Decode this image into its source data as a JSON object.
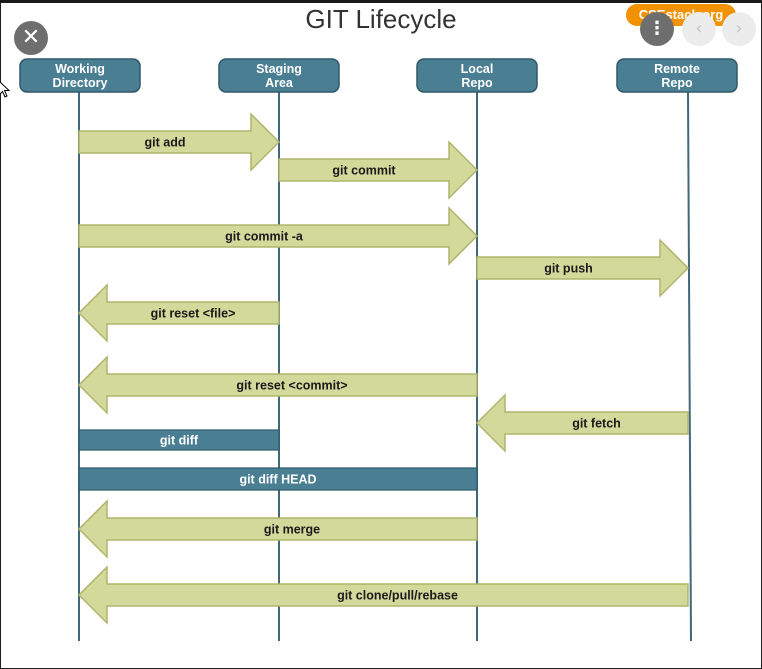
{
  "title": "GIT Lifecycle",
  "brand": "CSEstack.org",
  "controls": {
    "close_glyph": "✕",
    "more_glyph": "⋮",
    "prev_glyph": "‹",
    "next_glyph": "›"
  },
  "lanes": [
    {
      "line1": "Working",
      "line2": "Directory"
    },
    {
      "line1": "Staging",
      "line2": "Area"
    },
    {
      "line1": "Local",
      "line2": "Repo"
    },
    {
      "line1": "Remote",
      "line2": "Repo"
    }
  ],
  "operations": [
    {
      "label": "git add",
      "from": 0,
      "to": 1,
      "kind": "arrow"
    },
    {
      "label": "git commit",
      "from": 1,
      "to": 2,
      "kind": "arrow"
    },
    {
      "label": "git commit -a",
      "from": 0,
      "to": 2,
      "kind": "arrow"
    },
    {
      "label": "git push",
      "from": 2,
      "to": 3,
      "kind": "arrow"
    },
    {
      "label": "git reset <file>",
      "from": 1,
      "to": 0,
      "kind": "arrow"
    },
    {
      "label": "git reset <commit>",
      "from": 2,
      "to": 0,
      "kind": "arrow"
    },
    {
      "label": "git fetch",
      "from": 3,
      "to": 2,
      "kind": "arrow"
    },
    {
      "label": "git diff",
      "from": 0,
      "to": 1,
      "kind": "bar"
    },
    {
      "label": "git diff HEAD",
      "from": 0,
      "to": 2,
      "kind": "bar"
    },
    {
      "label": "git merge",
      "from": 2,
      "to": 0,
      "kind": "arrow"
    },
    {
      "label": "git clone/pull/rebase",
      "from": 3,
      "to": 0,
      "kind": "arrow"
    }
  ],
  "colors": {
    "lane_box": "#4a7f93",
    "lane_line": "#40687a",
    "arrow_fill": "#d3d99b",
    "arrow_stroke": "#aeb56b",
    "bar_fill": "#4a7f93",
    "bar_stroke": "#2e5a6b",
    "brand": "#f29200"
  }
}
